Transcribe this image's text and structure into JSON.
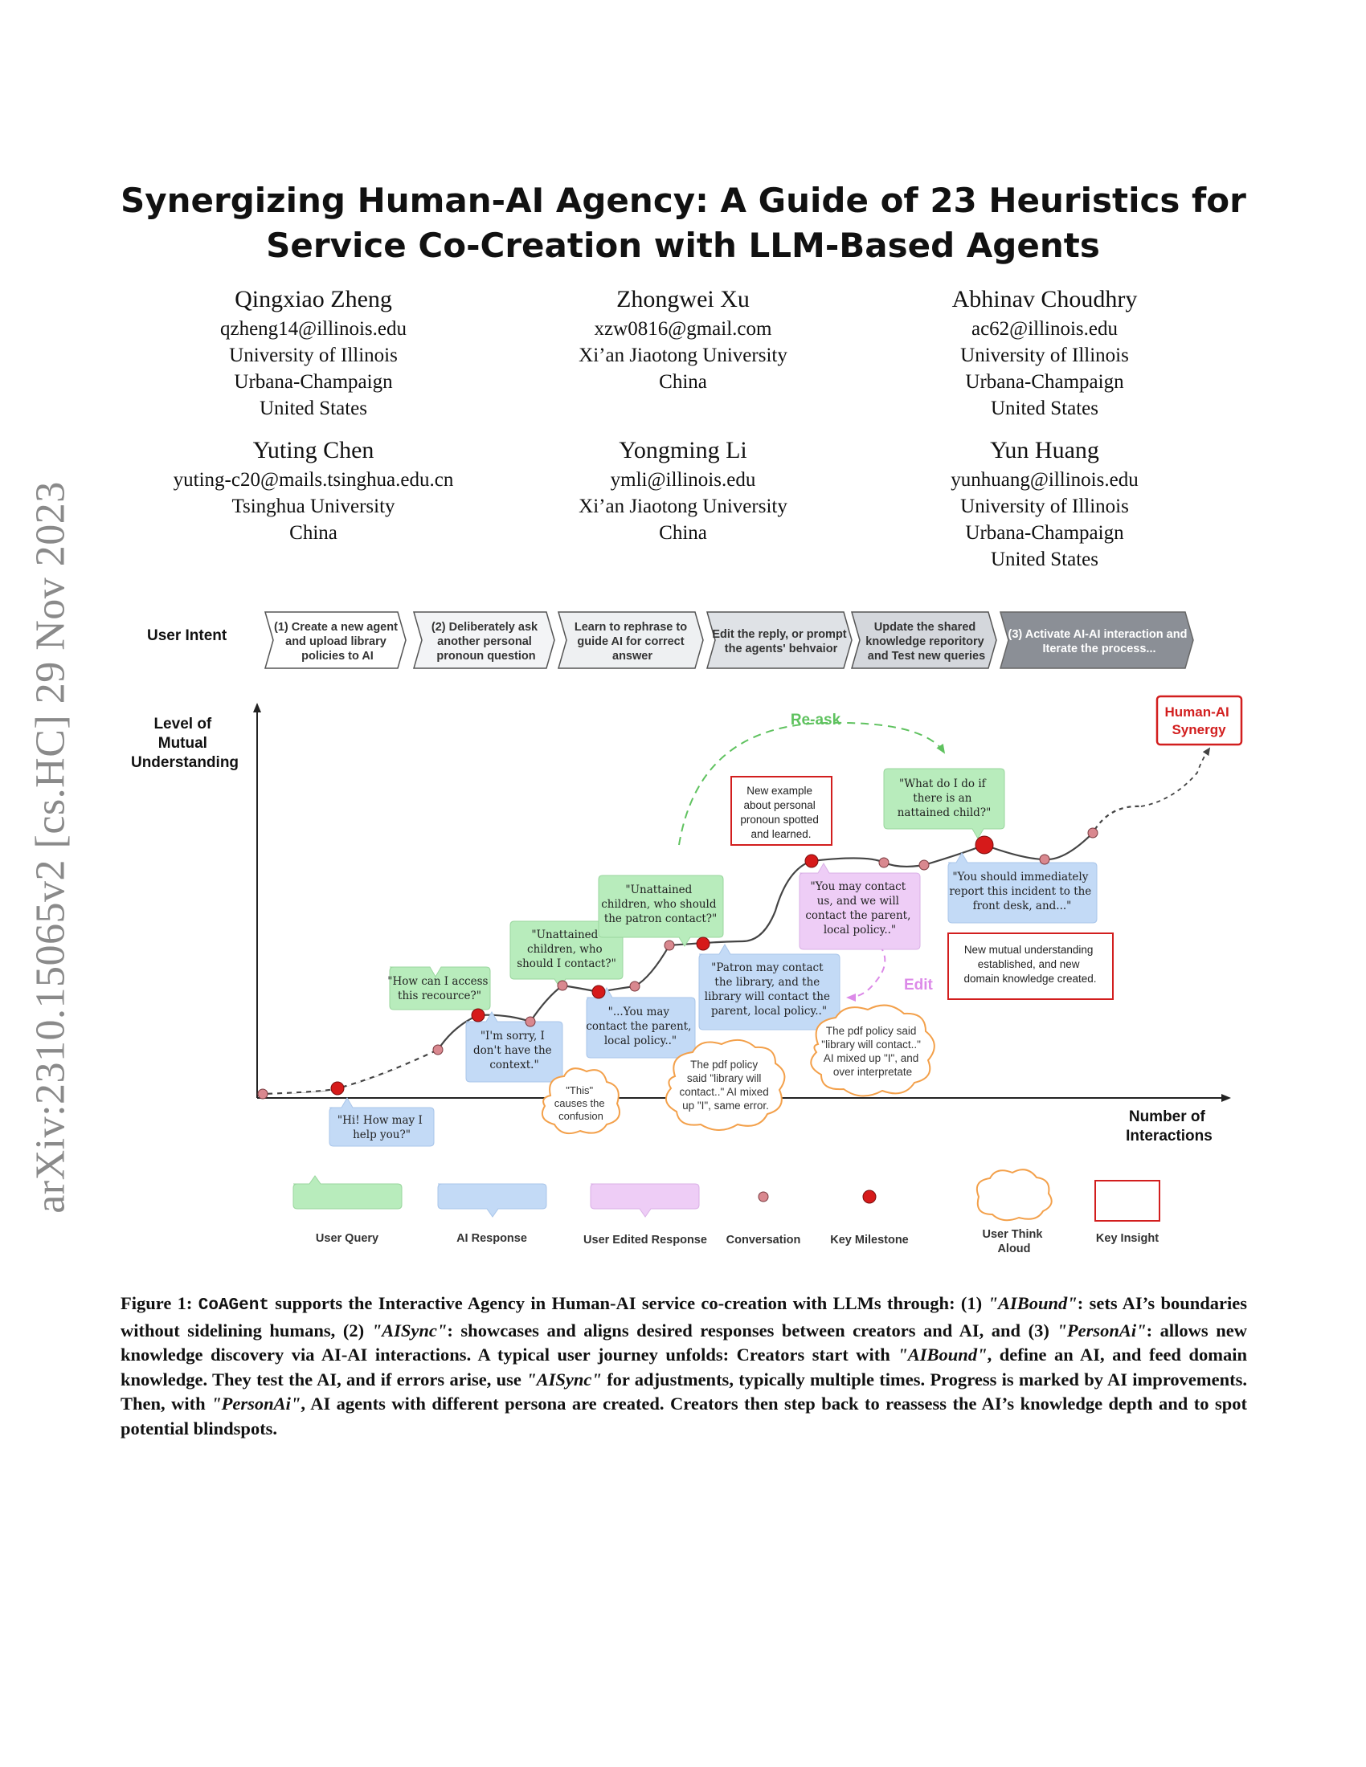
{
  "arxiv_id": "arXiv:2310.15065v2  [cs.HC]  29 Nov 2023",
  "title": {
    "line1": "Synergizing Human-AI Agency: A Guide of 23 Heuristics for",
    "line2": "Service Co-Creation with LLM-Based Agents"
  },
  "authors": [
    {
      "name": "Qingxiao Zheng",
      "email": "qzheng14@illinois.edu",
      "affil": [
        "University of Illinois",
        "Urbana-Champaign",
        "United States"
      ]
    },
    {
      "name": "Zhongwei Xu",
      "email": "xzw0816@gmail.com",
      "affil": [
        "Xi’an Jiaotong University",
        "China"
      ]
    },
    {
      "name": "Abhinav Choudhry",
      "email": "ac62@illinois.edu",
      "affil": [
        "University of Illinois",
        "Urbana-Champaign",
        "United States"
      ]
    },
    {
      "name": "Yuting Chen",
      "email": "yuting-c20@mails.tsinghua.edu.cn",
      "affil": [
        "Tsinghua University",
        "China"
      ]
    },
    {
      "name": "Yongming Li",
      "email": "ymli@illinois.edu",
      "affil": [
        "Xi’an Jiaotong University",
        "China"
      ]
    },
    {
      "name": "Yun Huang",
      "email": "yunhuang@illinois.edu",
      "affil": [
        "University of Illinois",
        "Urbana-Champaign",
        "United States"
      ]
    }
  ],
  "figure": {
    "user_intent_label": "User Intent",
    "steps": [
      [
        "(1) Create a new agent",
        "and upload library",
        "policies to AI"
      ],
      [
        "(2) Deliberately ask",
        "another personal",
        "pronoun question"
      ],
      [
        "Learn to rephrase to",
        "guide AI for correct",
        "answer"
      ],
      [
        "Edit the reply, or prompt",
        "the agents' behvaior"
      ],
      [
        "Update the shared",
        "knowledge reporitory",
        "and Test new queries"
      ],
      [
        "(3) Activate AI-AI interaction and",
        "Iterate the process..."
      ]
    ],
    "y_label": [
      "Level of",
      "Mutual",
      "Understanding"
    ],
    "x_label": [
      "Number of",
      "Interactions"
    ],
    "synergy": [
      "Human-AI",
      "Synergy"
    ],
    "reask": "Re-ask",
    "edit": "Edit",
    "queries": [
      [
        "\"How can I access",
        "this recource?\""
      ],
      [
        "\"Unattained",
        "children, who",
        "should I contact?\""
      ],
      [
        "\"Unattained",
        "children, who should",
        "the patron contact?\""
      ],
      [
        "\"What do I do if",
        "there is an",
        "nattained child?\""
      ]
    ],
    "responses": [
      [
        "\"Hi! How may I",
        "help you?\""
      ],
      [
        "\"I'm sorry, I",
        "don't have the",
        "context.\""
      ],
      [
        "\"...You may",
        "contact the parent,",
        "local policy..\""
      ],
      [
        "\"Patron may contact",
        "the library, and the",
        "library will contact the",
        "parent, local policy..\""
      ],
      [
        "\"You should immediately",
        "report this incident to the",
        "front desk, and...\""
      ]
    ],
    "edited_response": [
      "\"You may contact",
      "us, and we will",
      "contact the parent,",
      "local policy..\""
    ],
    "thinks": [
      [
        "\"This\"",
        "causes the",
        "confusion"
      ],
      [
        "The pdf policy",
        "said \"library will",
        "contact..\" AI mixed",
        "up \"I\", same error."
      ],
      [
        "The pdf policy said",
        "\"library will contact..\"",
        "AI mixed up \"I\", and",
        "over interpretate"
      ]
    ],
    "insights": [
      [
        "New example",
        "about personal",
        "pronoun spotted",
        "and learned."
      ],
      [
        "New mutual understanding",
        "established, and new",
        "domain knowledge created."
      ]
    ],
    "legend": {
      "user_query": "User Query",
      "ai_response": "AI Response",
      "user_edited": "User Edited Response",
      "conversation": "Conversation",
      "key_milestone": "Key Milestone",
      "think_aloud": [
        "User Think",
        "Aloud"
      ],
      "key_insight": "Key Insight"
    },
    "colors": {
      "query": "#b8ecbc",
      "response": "#c3daf6",
      "edited": "#eecdf6",
      "milestone": "#d61a1a",
      "conversation": "#d9888f",
      "insight": "#d21e1e",
      "think": "#f3a04a",
      "reask": "#5fc25f",
      "edit": "#dc8ae8",
      "final_step": "#8b8f96"
    }
  },
  "caption": {
    "label": "Figure 1: ",
    "system": "CoAGent",
    "p1": " supports the Interactive Agency in Human-AI service co-creation with LLMs through: (1) ",
    "t1": "\"AIBound\"",
    "p2": ": sets AI’s boundaries without sidelining humans, (2) ",
    "t2": "\"AISync\"",
    "p3": ": showcases and aligns desired responses between creators and AI, and (3) ",
    "t3": "\"PersonAi\"",
    "p4": ": allows new knowledge discovery via AI-AI interactions. A typical user journey unfolds: Creators start with ",
    "t4": "\"AIBound\"",
    "p5": ", define an AI, and feed domain knowledge. They test the AI, and if errors arise, use ",
    "t5": "\"AISync\"",
    "p6": " for adjustments, typically multiple times. Progress is marked by AI improvements. Then, with ",
    "t6": "\"PersonAi\"",
    "p7": ", AI agents with different persona are created. Creators then step back to reassess the AI’s knowledge depth and to spot potential blindspots."
  }
}
